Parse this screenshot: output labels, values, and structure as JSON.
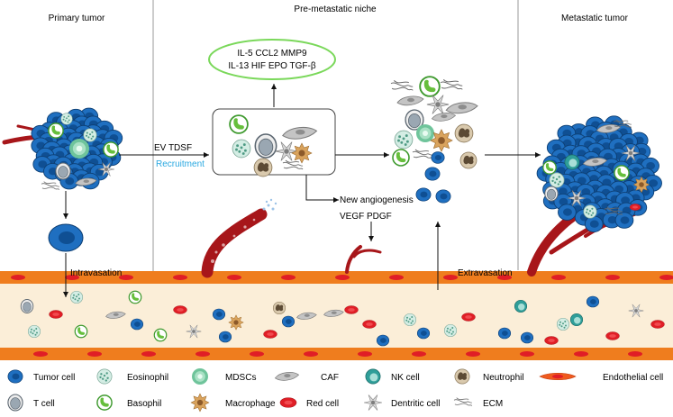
{
  "sections": {
    "primary": "Primary tumor",
    "niche": "Pre-metastatic niche",
    "metastatic": "Metastatic tumor"
  },
  "cytokines": {
    "line1": "IL-5  CCL2  MMP9",
    "line2": "IL-13  HIF  EPO  TGF-β"
  },
  "labels": {
    "ev_tdsf": "EV  TDSF",
    "recruitment": "Recruitment",
    "angiogenesis": "New angiogenesis",
    "vegf_pdgf": "VEGF  PDGF",
    "intravasation": "Intravasation",
    "extravasation": "Extravasation"
  },
  "legend": {
    "row1": [
      "Tumor cell",
      "Eosinophil",
      "MDSCs",
      "CAF",
      "NK cell",
      "Neutrophil",
      "Endothelial cell"
    ],
    "row2": [
      "T cell",
      "Basophil",
      "Macrophage",
      "Red cell",
      "Dentritic cell",
      "ECM"
    ]
  },
  "colors": {
    "tumor": "#1f6fc0",
    "vessel": "#e8761e",
    "blood": "#a7161a",
    "niche_border": "#7ad85a",
    "recruitment": "#29a8e0"
  }
}
